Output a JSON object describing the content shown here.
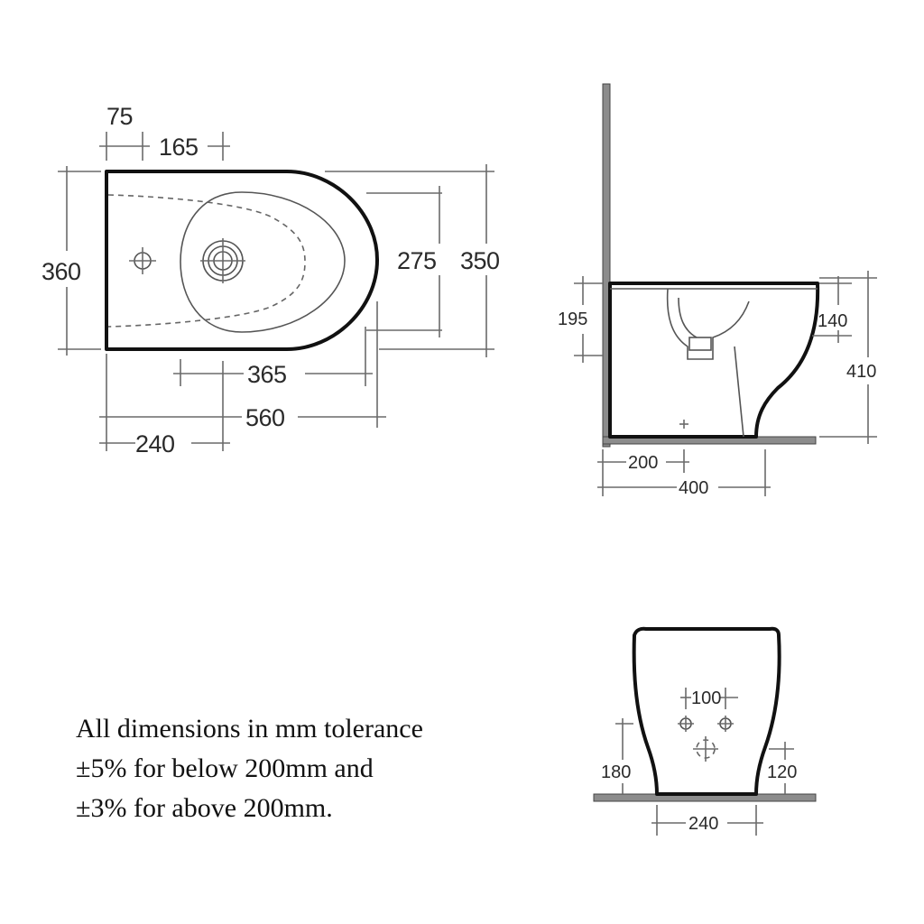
{
  "plan_view": {
    "dims": {
      "d75": "75",
      "d165": "165",
      "d360": "360",
      "d275": "275",
      "d350": "350",
      "d365": "365",
      "d560": "560",
      "d240": "240"
    }
  },
  "side_view": {
    "dims": {
      "d195": "195",
      "d140": "140",
      "d410": "410",
      "d200": "200",
      "d400": "400"
    }
  },
  "rear_view": {
    "dims": {
      "d100": "100",
      "d180": "180",
      "d120": "120",
      "d240": "240"
    }
  },
  "note": {
    "line1": "All dimensions in mm tolerance",
    "line2": "±5% for below 200mm and",
    "line3": "±3% for above 200mm."
  },
  "colors": {
    "line": "#111111",
    "dimension_line": "#6a6a6a",
    "wall_floor": "#8c8c8c",
    "text": "#2a2a2a"
  }
}
